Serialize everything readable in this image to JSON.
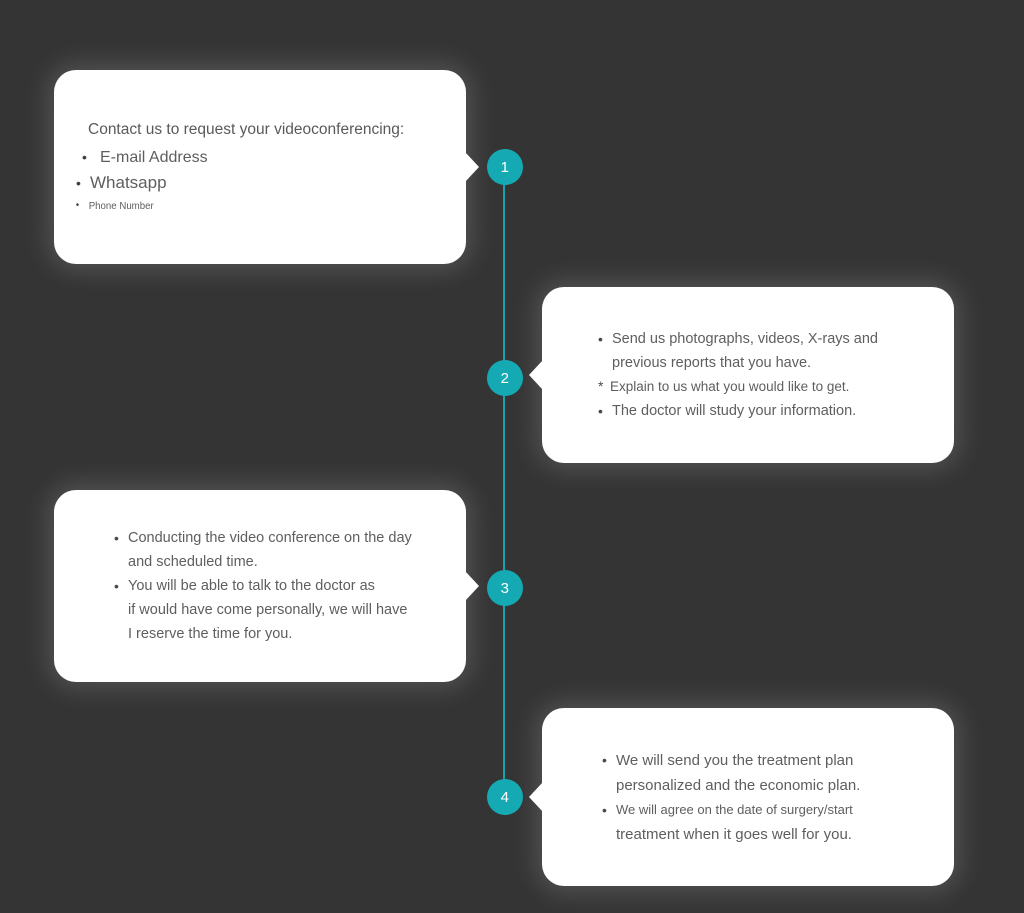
{
  "theme": {
    "background": "#343434",
    "accent": "#15aab3",
    "spine_color": "#12a3ad",
    "card_background": "#ffffff",
    "text_color": "#5e5e5e",
    "link_color": "#6cb6bd"
  },
  "steps": [
    {
      "number": "1",
      "side": "left",
      "heading": "Contact us to request your videoconferencing:",
      "items": [
        {
          "text": "E-mail Address",
          "style": "email"
        },
        {
          "text": "Whatsapp",
          "style": "whatsapp"
        },
        {
          "text": "Phone Number",
          "style": "phone"
        }
      ]
    },
    {
      "number": "2",
      "side": "right",
      "items": [
        {
          "text": "Send us photographs, videos, X-rays and\nprevious reports that you have.",
          "marker": "bullet"
        },
        {
          "text": "Explain to us what you would like to get.",
          "marker": "star"
        },
        {
          "text": "The doctor will study your information.",
          "marker": "bullet"
        }
      ]
    },
    {
      "number": "3",
      "side": "left",
      "items": [
        {
          "text": "Conducting the video conference on the day\nand scheduled time.",
          "marker": "bullet"
        },
        {
          "text": "You will be able to talk to the doctor as\nif would have come personally, we will have\nI reserve the time for you.",
          "marker": "bullet"
        }
      ]
    },
    {
      "number": "4",
      "side": "right",
      "items": [
        {
          "text": "We will send you the treatment plan\npersonalized and the economic plan.",
          "marker": "bullet"
        },
        {
          "text": "We will agree on the date of surgery/start",
          "marker": "bullet"
        },
        {
          "text": "treatment when it goes well for you.",
          "marker": "none"
        }
      ]
    }
  ]
}
